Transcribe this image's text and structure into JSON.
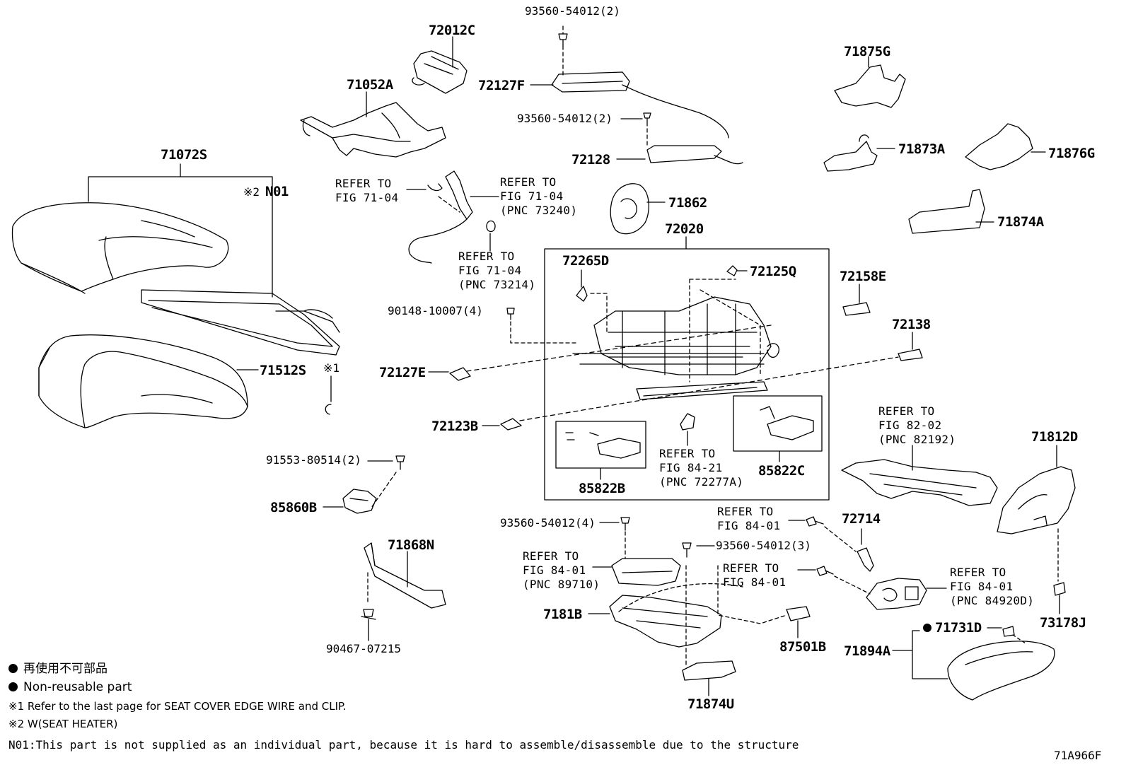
{
  "parts": {
    "p71072S": "71072S",
    "pN01": "N01",
    "pN01_mark": "※2",
    "p71512S": "71512S",
    "p71512S_mark": "※1",
    "p72012C": "72012C",
    "p71052A": "71052A",
    "p72127F": "72127F",
    "p93560_a": "93560-54012(2)",
    "p93560_b": "93560-54012(2)",
    "p72128": "72128",
    "p71862": "71862",
    "p72020": "72020",
    "p72265D": "72265D",
    "p72125Q": "72125Q",
    "p72158E": "72158E",
    "p72138": "72138",
    "p90148": "90148-10007(4)",
    "p72127E": "72127E",
    "p72123B": "72123B",
    "p85822B": "85822B",
    "p85822C": "85822C",
    "p91553": "91553-80514(2)",
    "p85860B": "85860B",
    "p71868N": "71868N",
    "p90467": "90467-07215",
    "p71875G": "71875G",
    "p71873A": "71873A",
    "p71876G": "71876G",
    "p71874A": "71874A",
    "p71812D": "71812D",
    "p72714": "72714",
    "p93560_c": "93560-54012(4)",
    "p93560_d": "93560-54012(3)",
    "p7181B": "7181B",
    "p87501B": "87501B",
    "p71874U": "71874U",
    "p71731D": "71731D",
    "p71894A": "71894A",
    "p73178J": "73178J"
  },
  "refs": {
    "r_fig7104_a": "REFER TO\nFIG 71-04",
    "r_fig7104_pnc73240": "REFER TO\nFIG 71-04\n(PNC 73240)",
    "r_fig7104_pnc73214": "REFER TO\nFIG 71-04\n(PNC 73214)",
    "r_fig8421": "REFER TO\nFIG 84-21\n(PNC 72277A)",
    "r_fig8202": "REFER TO\nFIG 82-02\n(PNC 82192)",
    "r_fig8401_a": "REFER TO\nFIG 84-01",
    "r_fig8401_pnc89710": "REFER TO\nFIG 84-01\n(PNC 89710)",
    "r_fig8401_b": "REFER TO\nFIG 84-01",
    "r_fig8401_pnc84920D": "REFER TO\nFIG 84-01\n(PNC 84920D)"
  },
  "legend": {
    "jp": "再使用不可部品",
    "en": "Non-reusable part",
    "note1": "※1 Refer to the last page for SEAT COVER EDGE WIRE and CLIP.",
    "note2": "※2 W(SEAT HEATER)",
    "n01": "N01:This part is not supplied as an individual part, because it is hard to assemble/disassemble due to the structure"
  },
  "figure_id": "71A966F"
}
